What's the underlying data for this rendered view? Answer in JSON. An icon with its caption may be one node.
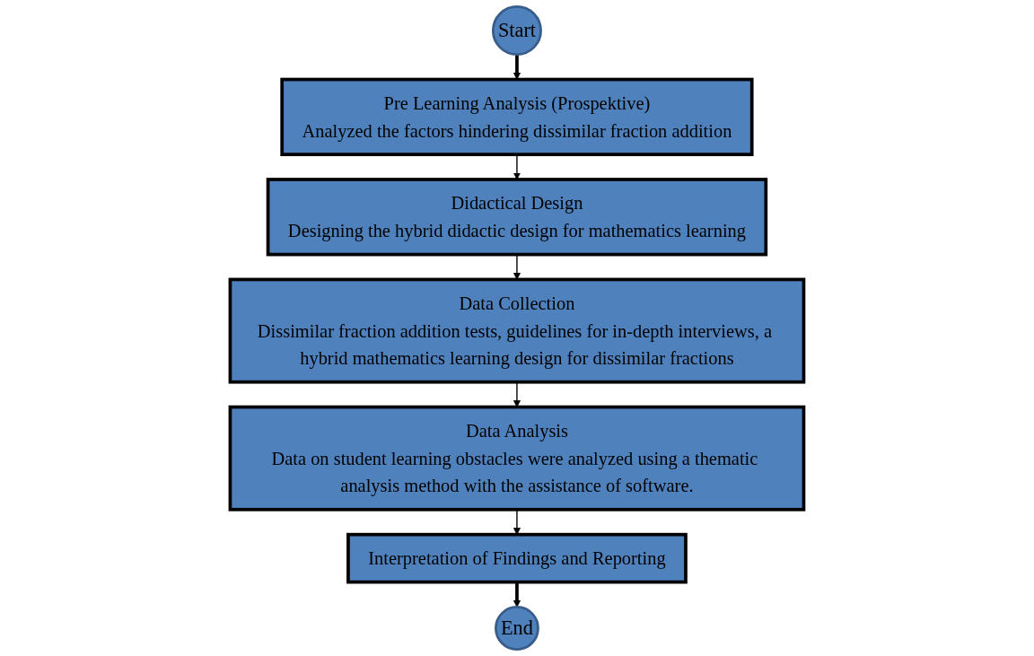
{
  "diagram": {
    "nodes": [
      {
        "text": [
          "Start"
        ]
      },
      {
        "text": [
          "Pre Learning Analysis (Prospektive)",
          "Analyzed the factors hindering dissimilar fraction addition"
        ]
      },
      {
        "text": [
          "Didactical Design",
          "Designing the hybrid didactic design for mathematics learning"
        ]
      },
      {
        "text": [
          "Data Collection",
          "Dissimilar fraction addition tests, guidelines for in-depth interviews, a hybrid mathematics learning design for dissimilar fractions"
        ]
      },
      {
        "text": [
          "Data Analysis",
          "Data on student learning obstacles were analyzed using a thematic analysis method with the assistance of software."
        ]
      },
      {
        "text": [
          "Interpretation of Findings and Reporting"
        ]
      },
      {
        "text": [
          "End"
        ]
      }
    ],
    "edges": [
      {
        "from": 0,
        "to": 1,
        "arrow": "to",
        "style": "thick"
      },
      {
        "from": 1,
        "to": 2,
        "arrow": "to"
      },
      {
        "from": 2,
        "to": 3,
        "arrow": "to"
      },
      {
        "from": 3,
        "to": 4,
        "arrow": "to"
      },
      {
        "from": 4,
        "to": 5,
        "arrow": "to"
      },
      {
        "from": 5,
        "to": 6,
        "arrow": "to",
        "style": "thick"
      }
    ]
  }
}
